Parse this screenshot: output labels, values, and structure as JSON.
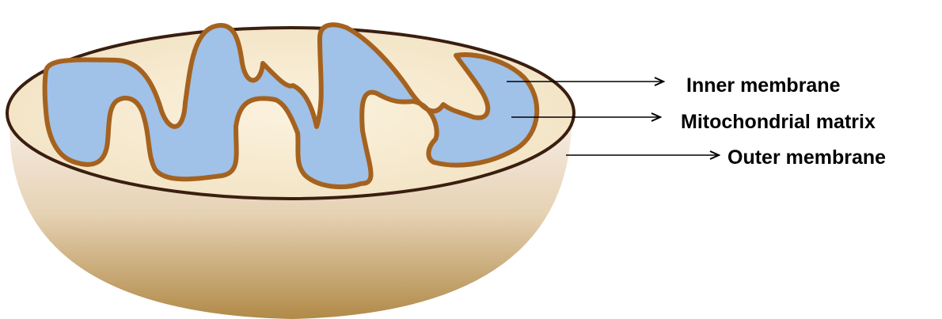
{
  "labels": {
    "inner_membrane": "Inner membrane",
    "mitochondrial_matrix": "Mitochondrial matrix",
    "outer_membrane": "Outer membrane"
  },
  "colors": {
    "outer_rim": "#3a1e10",
    "cut_surface": "#f7ebd2",
    "inner_membrane": "#a5621f",
    "matrix": "#a0c1e8",
    "body_top": "#f6ebe0",
    "body_bottom": "#b18a48"
  }
}
